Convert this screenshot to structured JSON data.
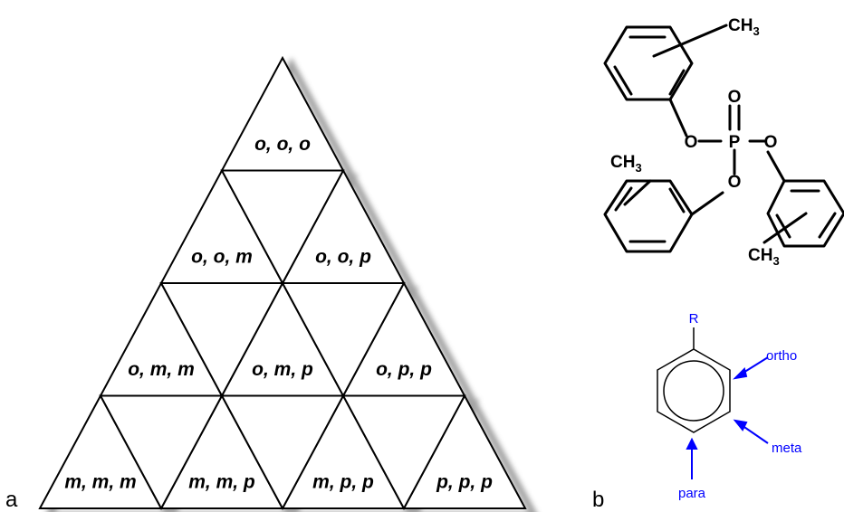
{
  "panel_labels": {
    "a": "a",
    "b": "b"
  },
  "triangle_labels": {
    "r0": [
      "o, o, o"
    ],
    "r1": [
      "o, o, m",
      "o, o, p"
    ],
    "r2": [
      "o, m, m",
      "o, m, p",
      "o, p, p"
    ],
    "r3": [
      "m, m, m",
      "m, m, p",
      "m, p, p",
      "p, p, p"
    ]
  },
  "molecule": {
    "central_atom": "P",
    "oxo": "O",
    "ester_oxygens": [
      "O",
      "O",
      "O"
    ],
    "methyl": {
      "main": "CH",
      "sub": "3"
    }
  },
  "position_diagram": {
    "substituent": "R",
    "labels": [
      "ortho",
      "meta",
      "para"
    ],
    "accent_color": "#0000ff"
  }
}
